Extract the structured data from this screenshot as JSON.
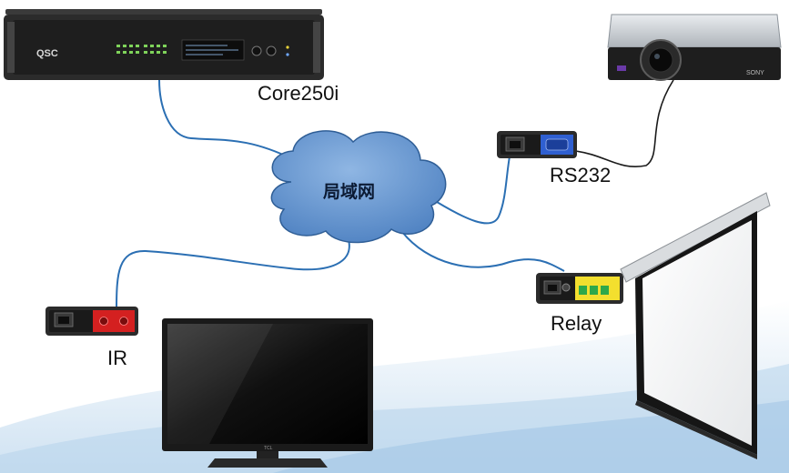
{
  "labels": {
    "core": "Core250i",
    "rs232": "RS232",
    "relay": "Relay",
    "ir": "IR",
    "lan": "局域网"
  },
  "brand": {
    "qsc": "QSC",
    "sony": "SONY",
    "tcl": "TCL"
  },
  "colors": {
    "cable": "#2b6fb3",
    "cloud_fill": "#5f93cf",
    "cloud_edge": "#2f5e96",
    "ir_port": "#d42020",
    "rs232_port": "#2f5fd0",
    "relay_panel": "#f3df2e",
    "relay_terminal": "#2ea84a",
    "device_body": "#2b2b2b",
    "led_green": "#7fd35a"
  },
  "icons": {
    "lan": "cloud-icon",
    "core": "dsp-processor-icon",
    "projector": "projector-icon",
    "screen": "projection-screen-icon",
    "tv": "television-icon"
  }
}
